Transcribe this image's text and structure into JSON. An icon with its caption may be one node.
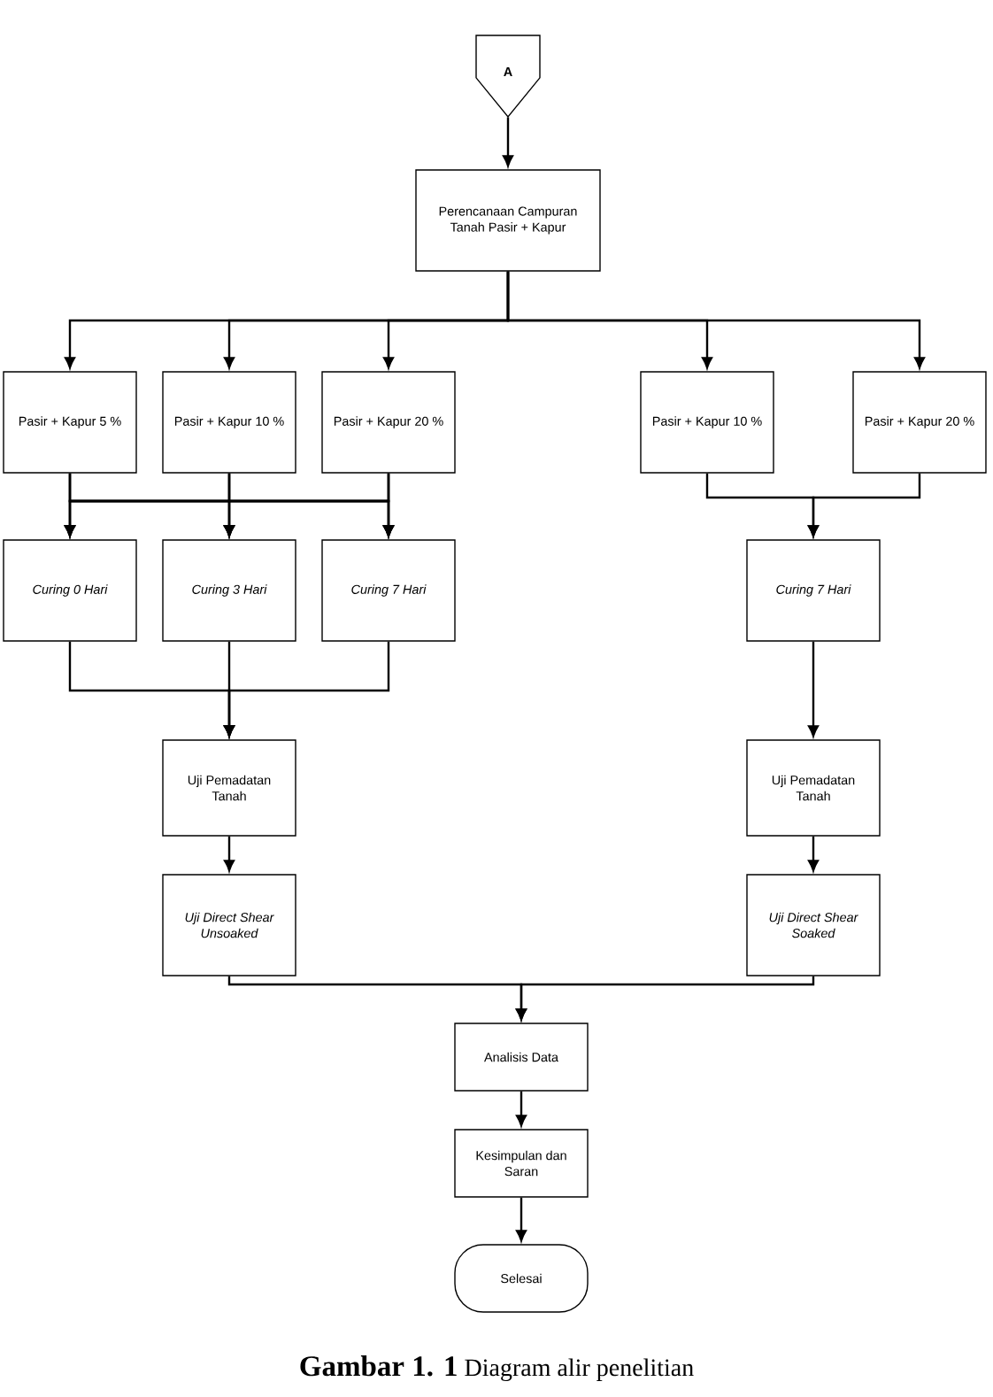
{
  "diagram": {
    "caption": "**Gambar 1. 1** Diagram alir penelitian",
    "nodes": [
      {
        "text": [
          "A"
        ]
      },
      {
        "text": [
          "Perencanaan Campuran Tanah Pasir + Kapur"
        ]
      },
      {
        "text": [
          "Pasir + Kapur 5 %"
        ]
      },
      {
        "text": [
          "Pasir + Kapur 10 %"
        ]
      },
      {
        "text": [
          "Pasir + Kapur 20 %"
        ]
      },
      {
        "text": [
          "Pasir + Kapur 10 %"
        ]
      },
      {
        "text": [
          "Pasir + Kapur 20 %"
        ]
      },
      {
        "text": [
          "Curing 0 Hari"
        ]
      },
      {
        "text": [
          "Curing 3 Hari"
        ]
      },
      {
        "text": [
          "Curing 7 Hari"
        ]
      },
      {
        "text": [
          "Curing 7 Hari"
        ]
      },
      {
        "text": [
          "Uji Pemadatan Tanah"
        ]
      },
      {
        "text": [
          "Uji Pemadatan Tanah"
        ]
      },
      {
        "text": [
          "Uji Direct Shear Unsoaked"
        ]
      },
      {
        "text": [
          "Uji Direct Shear Soaked"
        ]
      },
      {
        "text": [
          "Analisis Data"
        ]
      },
      {
        "text": [
          "Kesimpulan dan Saran"
        ]
      },
      {
        "text": [
          "Selesai"
        ]
      }
    ],
    "edges": [
      {
        "from": 0,
        "to": 1,
        "arrow": "to"
      },
      {
        "from": 1,
        "to": 2,
        "arrow": "to"
      },
      {
        "from": 1,
        "to": 3,
        "arrow": "to"
      },
      {
        "from": 1,
        "to": 4,
        "arrow": "to"
      },
      {
        "from": 1,
        "to": 5,
        "arrow": "to"
      },
      {
        "from": 1,
        "to": 6,
        "arrow": "to"
      },
      {
        "from": 2,
        "to": 7,
        "arrow": "to"
      },
      {
        "from": 2,
        "to": 8,
        "arrow": "to"
      },
      {
        "from": 2,
        "to": 9,
        "arrow": "to"
      },
      {
        "from": 3,
        "to": 7,
        "arrow": "to"
      },
      {
        "from": 3,
        "to": 8,
        "arrow": "to"
      },
      {
        "from": 3,
        "to": 9,
        "arrow": "to"
      },
      {
        "from": 4,
        "to": 7,
        "arrow": "to"
      },
      {
        "from": 4,
        "to": 8,
        "arrow": "to"
      },
      {
        "from": 4,
        "to": 9,
        "arrow": "to"
      },
      {
        "from": 5,
        "to": 10,
        "arrow": "to"
      },
      {
        "from": 6,
        "to": 10,
        "arrow": "to"
      },
      {
        "from": 7,
        "to": 11,
        "arrow": "to"
      },
      {
        "from": 8,
        "to": 11,
        "arrow": "to"
      },
      {
        "from": 9,
        "to": 11,
        "arrow": "to"
      },
      {
        "from": 10,
        "to": 12,
        "arrow": "to"
      },
      {
        "from": 11,
        "to": 13,
        "arrow": "to"
      },
      {
        "from": 12,
        "to": 14,
        "arrow": "to"
      },
      {
        "from": 13,
        "to": 15,
        "arrow": "to"
      },
      {
        "from": 14,
        "to": 15,
        "arrow": "to"
      },
      {
        "from": 15,
        "to": 16,
        "arrow": "to"
      },
      {
        "from": 16,
        "to": 17,
        "arrow": "to"
      }
    ]
  }
}
